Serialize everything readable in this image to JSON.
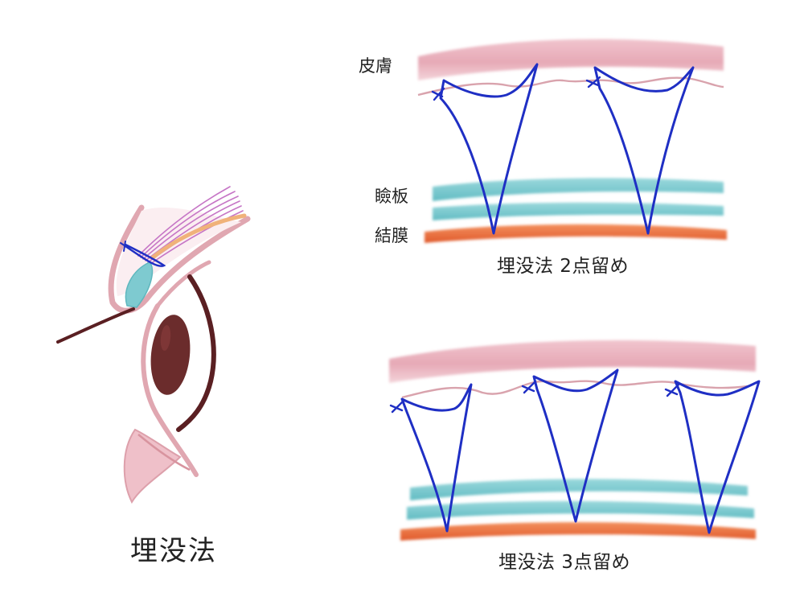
{
  "labels": {
    "skin": "皮膚",
    "tarsus": "瞼板",
    "conjunctiva": "結膜",
    "main_title": "埋没法",
    "two_point_caption": "埋没法 2点留め",
    "three_point_caption": "埋没法 3点留め"
  },
  "colors": {
    "skin": "#e8b2bd",
    "skin_line": "#d9a3ad",
    "tarsus": "#79c9ce",
    "conjunctiva": "#ea6b3c",
    "suture": "#1f2fc4",
    "eyelash": "#c879c8",
    "orbicularis": "#f0b27a",
    "lid_outline": "#d8949f",
    "iris": "#6b2c2c",
    "lower_brow_line": "#5a1f22",
    "text": "#222222"
  }
}
